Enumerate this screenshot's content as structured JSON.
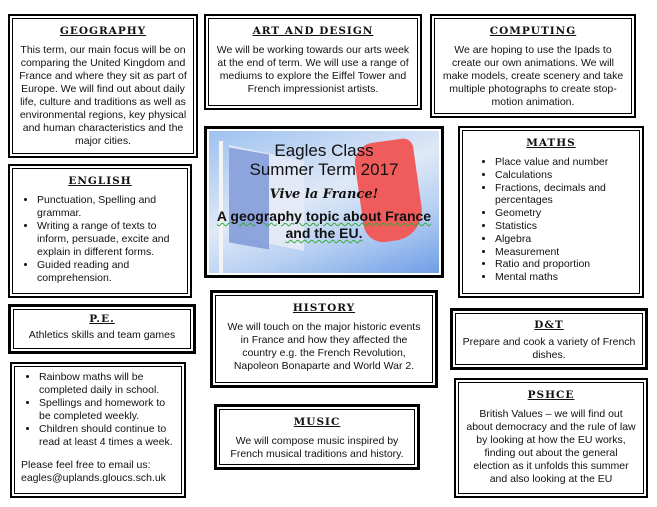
{
  "geography": {
    "title": "GEOGRAPHY",
    "text": "This term, our main focus will be on comparing the United Kingdom and France and where they sit as part of Europe.  We will find out about daily life, culture and traditions as well as environmental regions, key physical and human characteristics and the major cities."
  },
  "art": {
    "title": "ART AND DESIGN",
    "text": "We will be working towards our arts week at the end of term.  We will use a range of mediums to explore the Eiffel Tower and French impressionist artists."
  },
  "computing": {
    "title": "COMPUTING",
    "text": "We are hoping to use the Ipads to create our own animations.  We will make models, create scenery and take multiple photographs to create stop-motion animation."
  },
  "banner": {
    "line1": "Eagles Class",
    "line2": "Summer Term 2017",
    "motto": "Vive la France!",
    "topic": "A geography topic about France and the EU."
  },
  "maths": {
    "title": "MATHS",
    "items": [
      "Place value and number",
      "Calculations",
      "Fractions, decimals and percentages",
      "Geometry",
      "Statistics",
      "Algebra",
      "Measurement",
      "Ratio and proportion",
      "Mental maths"
    ]
  },
  "english": {
    "title": "ENGLISH",
    "items": [
      "Punctuation, Spelling and grammar.",
      "Writing a range of texts to inform, persuade, excite and explain in different forms.",
      "Guided reading and comprehension."
    ]
  },
  "pe": {
    "title": "P.E.",
    "text": "Athletics skills and team games"
  },
  "history": {
    "title": "HISTORY",
    "text": "We will touch on the major historic events in France and how they affected the country e.g. the French Revolution, Napoleon Bonaparte and World War 2."
  },
  "dt": {
    "title": "D&T",
    "text": "Prepare and cook a variety of French dishes."
  },
  "info": {
    "items": [
      "Rainbow maths will be completed daily in school.",
      "Spellings and homework to be completed weekly.",
      "Children should continue to read at least 4 times a week."
    ],
    "email_label": "Please feel free to email us:",
    "email": "eagles@uplands.gloucs.sch.uk"
  },
  "music": {
    "title": "MUSIC",
    "text": "We will compose music inspired by French musical traditions and history."
  },
  "pshce": {
    "title": "PSHCE",
    "text": "British Values – we will find out about democracy and the rule of law by looking at how the EU works, finding out about the general election as it unfolds this summer and also looking at the EU"
  }
}
